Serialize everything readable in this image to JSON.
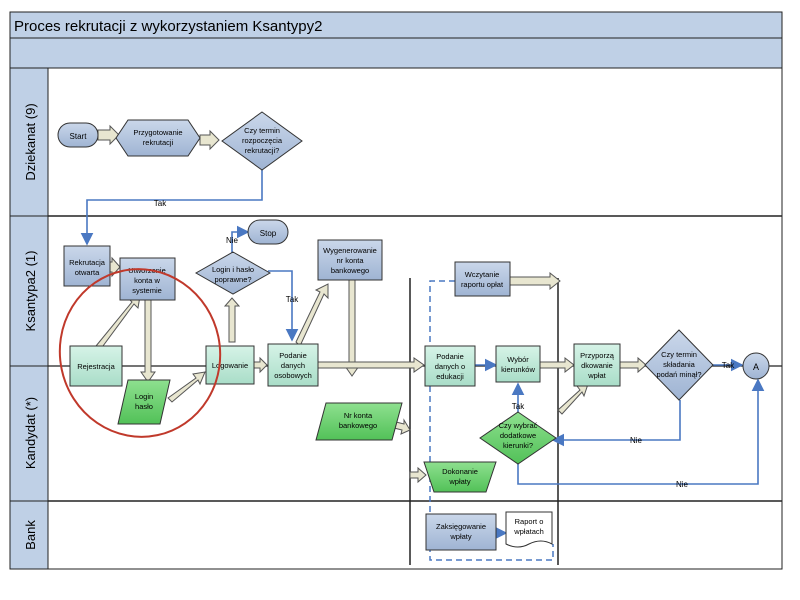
{
  "title": "Proces rekrutacji z wykorzystaniem Ksantypy2",
  "lanes": {
    "dziekanat": "Dziekanat (9)",
    "ksantypa": "Ksantypa2 (1)",
    "kandydat": "Kandydat (*)",
    "bank": "Bank"
  },
  "nodes": {
    "start": "Start",
    "przygotowanie": [
      "Przygotowanie",
      "rekrutacji"
    ],
    "czy_termin_rozp": [
      "Czy termin",
      "rozpoczęcia",
      "rekrutacji?"
    ],
    "stop": "Stop",
    "rekrutacja_otwarta": [
      "Rekrutacja",
      "otwarta"
    ],
    "utworzenie_konta": [
      "Utworzenie",
      "konta w",
      "systemie"
    ],
    "login_haslo_ok": [
      "Login i hasło",
      "poprawne?"
    ],
    "wygenerowanie": [
      "Wygenerowanie",
      "nr konta",
      "bankowego"
    ],
    "wczytanie": [
      "Wczytanie",
      "raportu opłat"
    ],
    "rejestracja": "Rejestracja",
    "logowanie": "Logowanie",
    "podanie_osobowych": [
      "Podanie",
      "danych",
      "osobowych"
    ],
    "login_haslo": [
      "Login",
      "hasło"
    ],
    "nr_konta": [
      "Nr konta",
      "bankowego"
    ],
    "podanie_edukacji": [
      "Podanie",
      "danych o",
      "edukacji"
    ],
    "wybor_kierunkow": [
      "Wybór",
      "kierunków"
    ],
    "czy_wybrac": [
      "Czy wybrać",
      "dodatkowe",
      "kierunki?"
    ],
    "dokonanie_wplaty": [
      "Dokonanie",
      "wpłaty"
    ],
    "przyporzadkowanie": [
      "Przyporzą",
      "dkowanie",
      "wpłat"
    ],
    "czy_termin_skl": [
      "Czy termin",
      "składania",
      "podań minął?"
    ],
    "connector_a": "A",
    "zaksiegowanie": [
      "Zaksięgowanie",
      "wpłaty"
    ],
    "raport_wplatach": [
      "Raport o",
      "wpłatach"
    ]
  },
  "edge_labels": {
    "tak_1": "Tak",
    "nie_1": "Nie",
    "tak_2": "Tak",
    "tak_3": "Tak",
    "tak_4": "Tak",
    "nie_2": "Nie",
    "nie_3": "Nie"
  },
  "colors": {
    "title_bar": "#bfd0e6",
    "lane_header": "#bfd0e6",
    "blue_box": "#a9bdd8",
    "mint_box": "#bde8d8",
    "green_shape": "#6ccf6f",
    "connector_blue": "#4a78c2",
    "arrow_fill": "#e8e6d0",
    "highlight_red": "#c0392b"
  }
}
